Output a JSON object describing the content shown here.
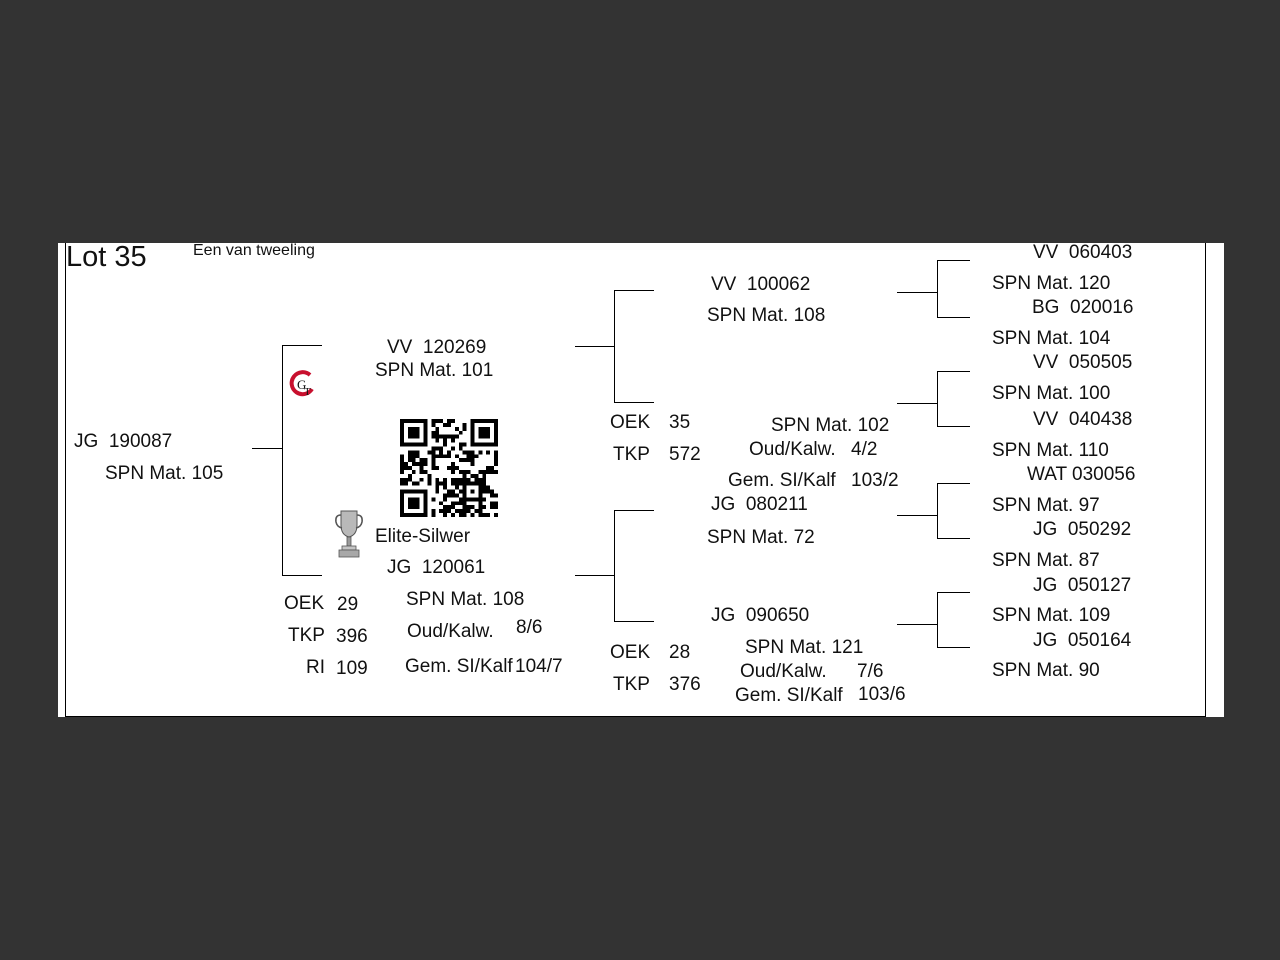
{
  "lot": {
    "title": "Lot 35",
    "note": "Een van tweeling"
  },
  "animal": {
    "id": "JG  190087",
    "mat": "SPN Mat. 105"
  },
  "sire": {
    "id": "VV  120269",
    "mat": "SPN Mat. 101"
  },
  "dam": {
    "award": "Elite-Silwer",
    "id": "JG  120061",
    "mat": "SPN Mat. 108",
    "stats": {
      "oek_label": "OEK",
      "oek_value": "29",
      "tkp_label": "TKP",
      "tkp_value": "396",
      "ri_label": "RI",
      "ri_value": "109",
      "oud_label": "Oud/Kalw.",
      "oud_value": "8/6",
      "gem_label": "Gem. SI/Kalf",
      "gem_value": "104/7"
    }
  },
  "sire_sire": {
    "id": "VV  100062",
    "mat": "SPN Mat. 108"
  },
  "sire_dam": {
    "mat": "SPN Mat. 102",
    "stats": {
      "oek_label": "OEK",
      "oek_value": "35",
      "tkp_label": "TKP",
      "tkp_value": "572",
      "oud_label": "Oud/Kalw.",
      "oud_value": "4/2",
      "gem_label": "Gem. SI/Kalf",
      "gem_value": "103/2"
    }
  },
  "dam_sire": {
    "id": "JG  080211",
    "mat": "SPN Mat. 72"
  },
  "dam_dam": {
    "id": "JG  090650",
    "mat": "SPN Mat. 121",
    "stats": {
      "oek_label": "OEK",
      "oek_value": "28",
      "tkp_label": "TKP",
      "tkp_value": "376",
      "oud_label": "Oud/Kalw.",
      "oud_value": "7/6",
      "gem_label": "Gem. SI/Kalf",
      "gem_value": "103/6"
    }
  },
  "great_grandparents": [
    {
      "id": "VV  060403",
      "mat": "SPN Mat. 120"
    },
    {
      "id": "BG  020016",
      "mat": "SPN Mat. 104"
    },
    {
      "id": "VV  050505",
      "mat": "SPN Mat. 100"
    },
    {
      "id": "VV  040438",
      "mat": "SPN Mat. 110"
    },
    {
      "id": "WAT 030056",
      "mat": "SPN Mat. 97"
    },
    {
      "id": "JG  050292",
      "mat": "SPN Mat. 87"
    },
    {
      "id": "JG  050127",
      "mat": "SPN Mat. 109"
    },
    {
      "id": "JG  050164",
      "mat": "SPN Mat. 90"
    }
  ],
  "icons": {
    "logo": "gt-logo-icon",
    "qr": "qr-code-icon",
    "trophy": "trophy-icon"
  },
  "colors": {
    "background": "#333333",
    "paper": "#ffffff",
    "ink": "#111111",
    "logo_red": "#c8102e"
  }
}
